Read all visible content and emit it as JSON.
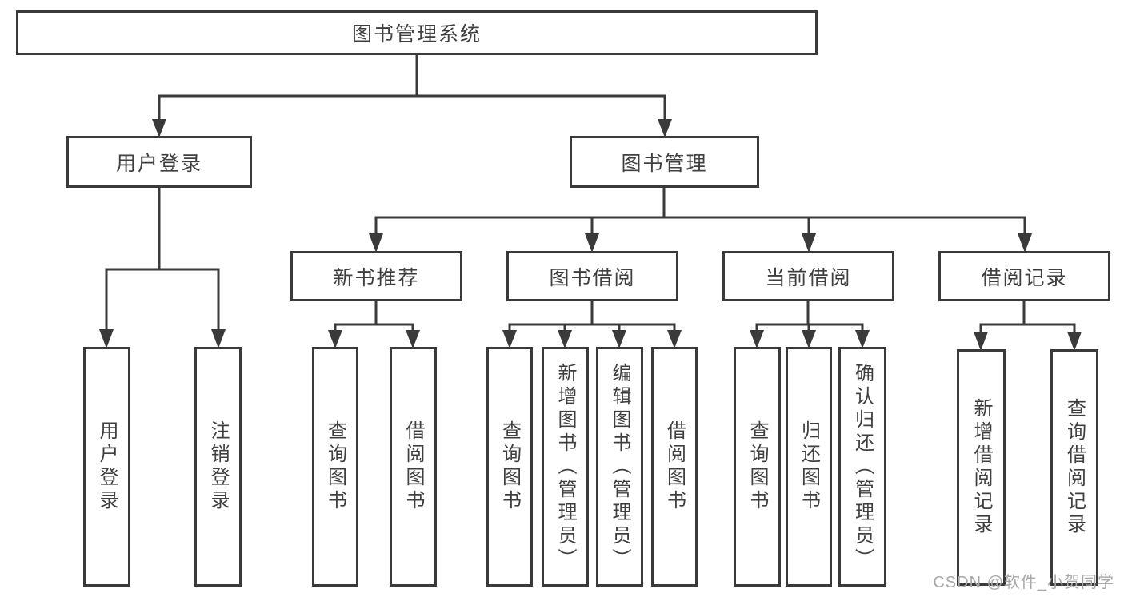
{
  "diagram": {
    "root": "图书管理系统",
    "branches": [
      {
        "label": "用户登录",
        "children": [
          "用户登录",
          "注销登录"
        ]
      },
      {
        "label": "图书管理",
        "groups": [
          {
            "label": "新书推荐",
            "children": [
              "查询图书",
              "借阅图书"
            ]
          },
          {
            "label": "图书借阅",
            "children": [
              "查询图书",
              "新增图书（管理员）",
              "编辑图书（管理员）",
              "借阅图书"
            ]
          },
          {
            "label": "当前借阅",
            "children": [
              "查询图书",
              "归还图书",
              "确认归还（管理员）"
            ]
          },
          {
            "label": "借阅记录",
            "children": [
              "新增借阅记录",
              "查询借阅记录"
            ]
          }
        ]
      }
    ]
  },
  "watermark": "CSDN @软件_小贺同学",
  "colors": {
    "line": "#3a3a3a",
    "text": "#3f3f3f",
    "box_background": "#ffffff",
    "watermark": "#a8a8a8",
    "page_background": "#ffffff"
  }
}
